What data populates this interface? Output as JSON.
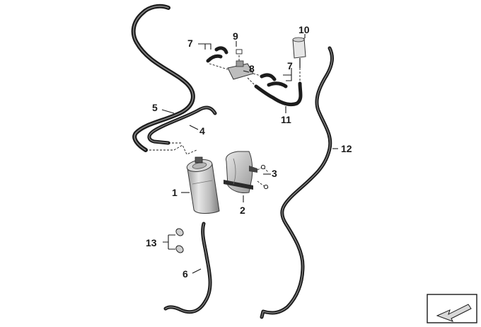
{
  "diagram": {
    "callouts": {
      "c1": "1",
      "c2": "2",
      "c3": "3",
      "c4": "4",
      "c5": "5",
      "c6": "6",
      "c7a": "7",
      "c7b": "7",
      "c8": "8",
      "c9": "9",
      "c10": "10",
      "c11": "11",
      "c12": "12",
      "c13": "13"
    },
    "icons": {
      "corner": "page-navigation-arrow-icon"
    }
  }
}
